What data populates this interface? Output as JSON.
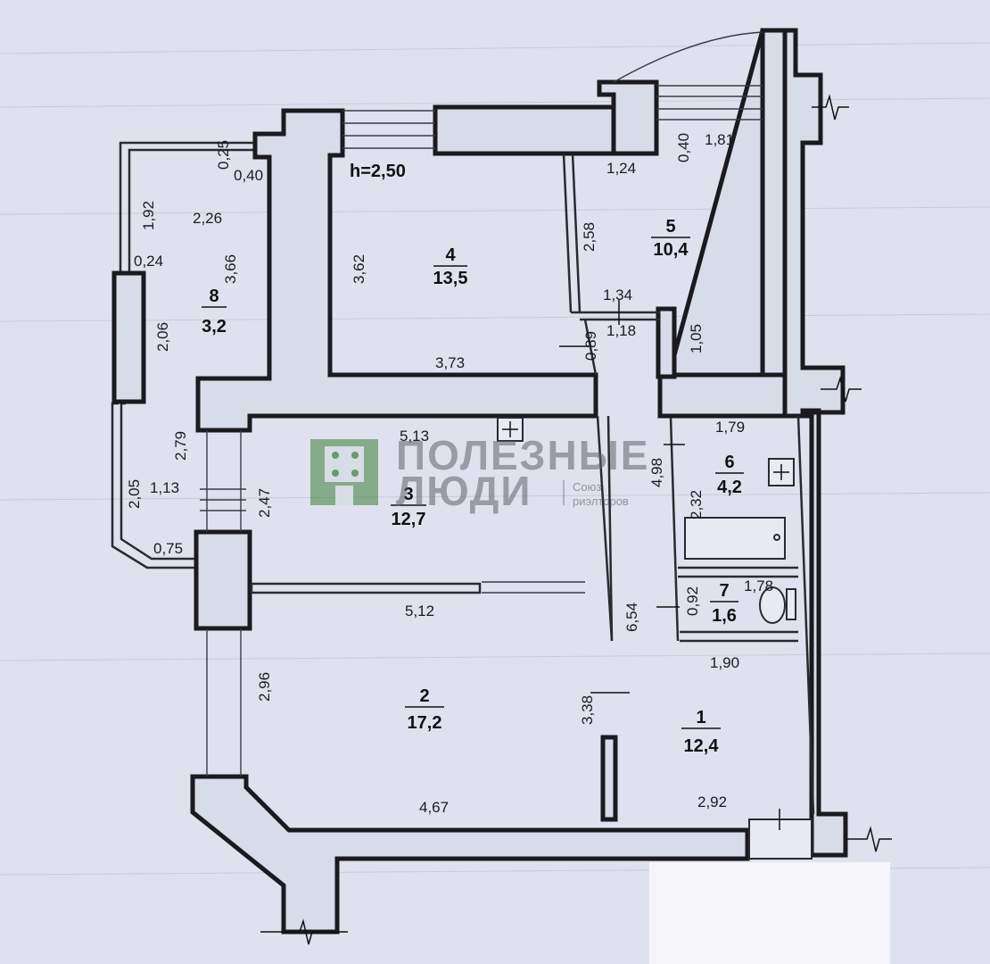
{
  "ceiling_height": "h=2,50",
  "rooms": [
    {
      "number": "1",
      "area": "12,4"
    },
    {
      "number": "2",
      "area": "17,2"
    },
    {
      "number": "3",
      "area": "12,7"
    },
    {
      "number": "4",
      "area": "13,5"
    },
    {
      "number": "5",
      "area": "10,4"
    },
    {
      "number": "6",
      "area": "4,2"
    },
    {
      "number": "7",
      "area": "1,6"
    },
    {
      "number": "8",
      "area": "3,2"
    }
  ],
  "dimensions": {
    "d_0_25": "0,25",
    "d_0_40a": "0,40",
    "d_1_92": "1,92",
    "d_2_26": "2,26",
    "d_0_24": "0,24",
    "d_3_66": "3,66",
    "d_2_06": "2,06",
    "d_3_62": "3,62",
    "d_3_73": "3,73",
    "d_1_24": "1,24",
    "d_0_40b": "0,40",
    "d_1_81": "1,81",
    "d_2_58": "2,58",
    "d_1_34": "1,34",
    "d_1_18": "1,18",
    "d_0_89": "0,89",
    "d_1_05": "1,05",
    "d_2_79": "2,79",
    "d_5_13": "5,13",
    "d_2_05": "2,05",
    "d_1_13": "1,13",
    "d_2_47": "2,47",
    "d_0_75": "0,75",
    "d_1_79": "1,79",
    "d_4_98": "4,98",
    "d_2_32": "2,32",
    "d_0_92": "0,92",
    "d_1_78": "1,78",
    "d_5_12": "5,12",
    "d_6_54": "6,54",
    "d_1_90": "1,90",
    "d_2_96": "2,96",
    "d_3_38": "3,38",
    "d_4_67": "4,67",
    "d_2_92": "2,92"
  },
  "watermark": {
    "line1": "ПОЛЕЗНЫЕ",
    "line2": "ЛЮДИ",
    "org_line1": "Союз",
    "org_line2": "риэлторов",
    "brand_color": "#3a7d3a"
  },
  "colors": {
    "paper": "#dfe2ee",
    "ink": "#1a1a1f"
  }
}
